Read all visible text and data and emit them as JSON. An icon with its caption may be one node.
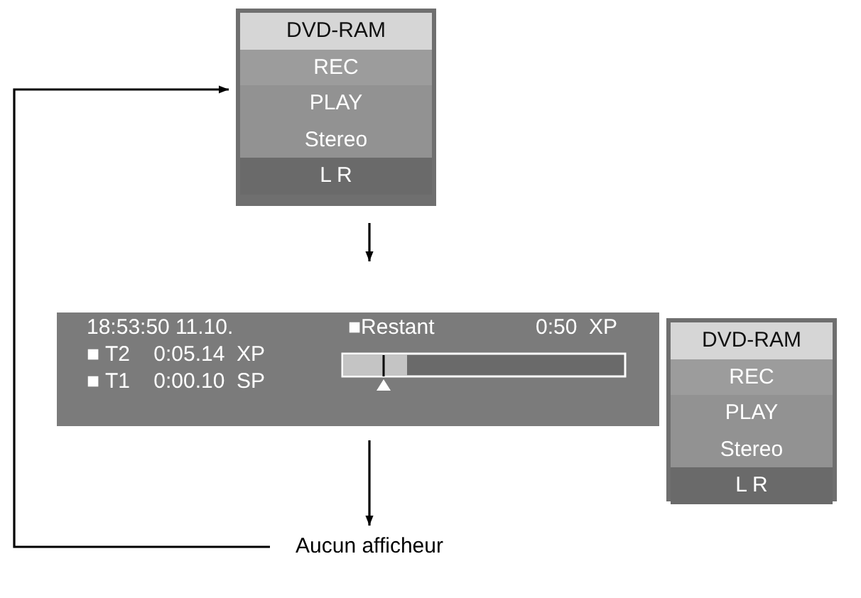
{
  "diagram": {
    "nodes": [
      {
        "text": [
          "DVD-RAM",
          "REC",
          "PLAY",
          "Stereo",
          "L R"
        ]
      },
      {
        "text": [
          "18:53:50 11.10.",
          "■ T2    0:05.14  XP",
          "■ T1    0:00.10  SP",
          "■Restant",
          "0:50  XP"
        ]
      },
      {
        "text": [
          "DVD-RAM",
          "REC",
          "PLAY",
          "Stereo",
          "L R"
        ]
      },
      {
        "text": [
          "Aucun afficheur"
        ]
      }
    ],
    "edges": [
      {
        "from": 0,
        "to": 1,
        "arrow": "to"
      },
      {
        "from": 1,
        "to": 3,
        "arrow": "to"
      },
      {
        "from": 3,
        "to": 0,
        "arrow": "to"
      }
    ]
  }
}
